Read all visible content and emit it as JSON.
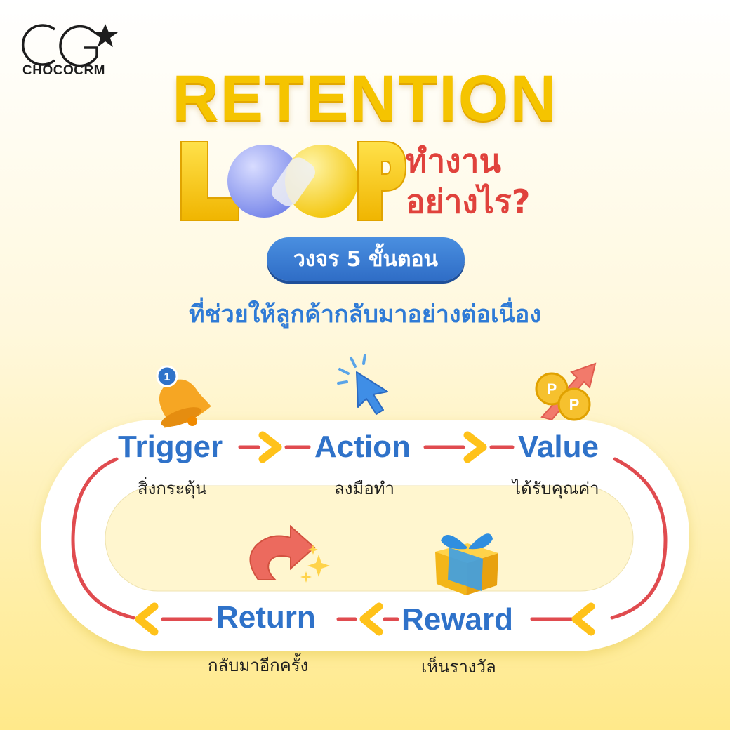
{
  "brand": {
    "name": "CHOCOCRM"
  },
  "header": {
    "title_line1": "RETENTION",
    "title_word2": "LOOP",
    "title_side_line1": "ทำงาน",
    "title_side_line2": "อย่างไร?",
    "pill": "วงจร 5 ขั้นตอน",
    "subtitle": "ที่ช่วยให้ลูกค้ากลับมาอย่างต่อเนื่อง"
  },
  "steps": [
    {
      "label": "Trigger",
      "sub": "สิ่งกระตุ้น",
      "icon": "bell-icon",
      "badge": "1"
    },
    {
      "label": "Action",
      "sub": "ลงมือทำ",
      "icon": "cursor-click-icon"
    },
    {
      "label": "Value",
      "sub": "ได้รับคุณค่า",
      "icon": "coins-growth-icon"
    },
    {
      "label": "Reward",
      "sub": "เห็นรางวัล",
      "icon": "gift-box-icon"
    },
    {
      "label": "Return",
      "sub": "กลับมาอีกครั้ง",
      "icon": "return-arrow-icon"
    }
  ],
  "colors": {
    "title_yellow": "#f5c400",
    "side_red": "#e0423c",
    "accent_blue": "#2f72c9",
    "loop_red": "#e04b4f",
    "chevron_yellow": "#ffc21a"
  }
}
